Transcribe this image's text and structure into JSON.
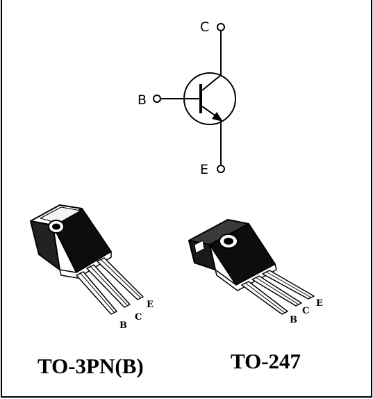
{
  "schematic": {
    "collector": "C",
    "base": "B",
    "emitter": "E"
  },
  "packages": [
    {
      "name": "TO-3PN(B)",
      "pins": [
        "B",
        "C",
        "E"
      ]
    },
    {
      "name": "TO-247",
      "pins": [
        "B",
        "C",
        "E"
      ]
    }
  ]
}
